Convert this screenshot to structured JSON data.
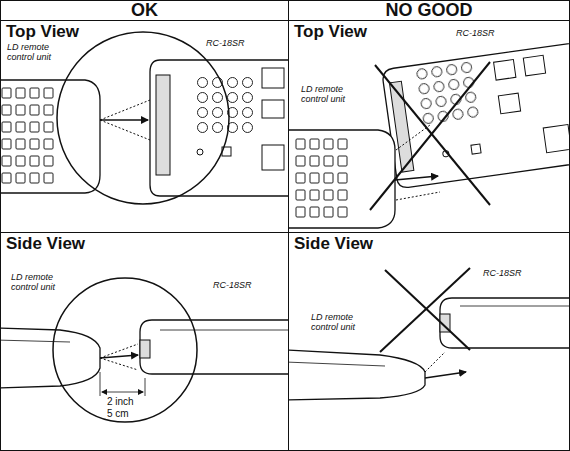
{
  "diagram": {
    "nodes": [
      {
        "text": [
          "OK"
        ]
      },
      {
        "text": [
          "NO GOOD"
        ]
      },
      {
        "text": [
          "Top View"
        ]
      },
      {
        "text": [
          "Top View"
        ]
      },
      {
        "text": [
          "Side View"
        ]
      },
      {
        "text": [
          "Side View"
        ]
      }
    ],
    "labels": [
      "LD remote control unit",
      "RC-18SR",
      "RC-18SR",
      "LD remote control unit",
      "LD remote control unit",
      "RC-18SR",
      "2 inch",
      "5 cm",
      "RC-18SR",
      "LD remote control unit"
    ]
  }
}
